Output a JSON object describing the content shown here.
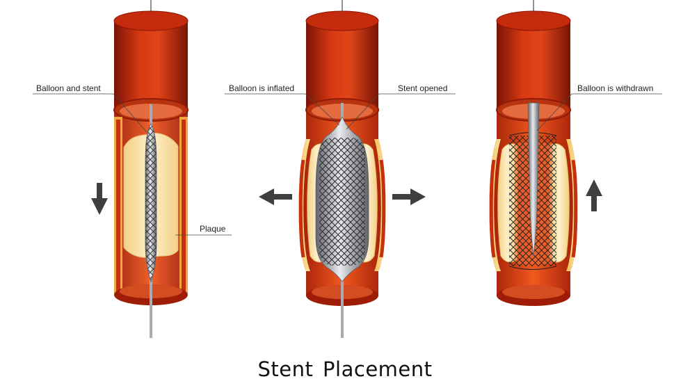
{
  "title": "Stent Placement",
  "labels": {
    "balloon_and_stent": "Balloon and stent",
    "plaque": "Plaque",
    "balloon_inflated": "Balloon is inflated",
    "stent_opened": "Stent opened",
    "balloon_withdrawn": "Balloon is withdrawn"
  },
  "colors": {
    "vessel_red": "#c7250c",
    "vessel_dark": "#8f1b08",
    "plaque": "#f7dfa6",
    "wall_yellow": "#f5b84a",
    "arrow": "#3f3f3f",
    "stent_steel": "#8e9299"
  }
}
